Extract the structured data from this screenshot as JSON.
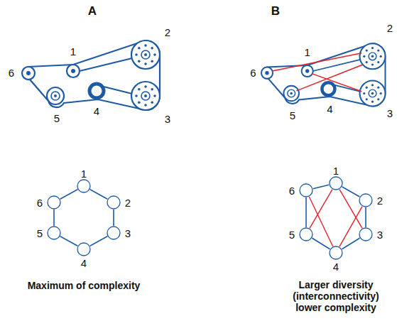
{
  "diagram": {
    "nodes": [
      {
        "text": [
          "1"
        ]
      },
      {
        "text": [
          "2"
        ]
      },
      {
        "text": [
          "3"
        ]
      },
      {
        "text": [
          "4"
        ]
      },
      {
        "text": [
          "5"
        ]
      },
      {
        "text": [
          "6"
        ]
      },
      {
        "text": [
          "1"
        ]
      },
      {
        "text": [
          "2"
        ]
      },
      {
        "text": [
          "3"
        ]
      },
      {
        "text": [
          "4"
        ]
      },
      {
        "text": [
          "5"
        ]
      },
      {
        "text": [
          "6"
        ]
      }
    ],
    "edges": [
      {
        "from": 0,
        "to": 1,
        "arrow": "none"
      },
      {
        "from": 1,
        "to": 2,
        "arrow": "none"
      },
      {
        "from": 2,
        "to": 3,
        "arrow": "none"
      },
      {
        "from": 3,
        "to": 4,
        "arrow": "none"
      },
      {
        "from": 4,
        "to": 5,
        "arrow": "none"
      },
      {
        "from": 5,
        "to": 0,
        "arrow": "none"
      },
      {
        "from": 6,
        "to": 7,
        "arrow": "none"
      },
      {
        "from": 7,
        "to": 8,
        "arrow": "none"
      },
      {
        "from": 8,
        "to": 9,
        "arrow": "none"
      },
      {
        "from": 9,
        "to": 10,
        "arrow": "none"
      },
      {
        "from": 10,
        "to": 11,
        "arrow": "none"
      },
      {
        "from": 11,
        "to": 6,
        "arrow": "none"
      },
      {
        "from": 6,
        "to": 10,
        "arrow": "none"
      },
      {
        "from": 6,
        "to": 8,
        "arrow": "none"
      },
      {
        "from": 9,
        "to": 11,
        "arrow": "none"
      },
      {
        "from": 9,
        "to": 7,
        "arrow": "none"
      }
    ],
    "labels": [
      "A",
      "B",
      "1",
      "2",
      "3",
      "4",
      "5",
      "6",
      "1",
      "2",
      "3",
      "4",
      "5",
      "6",
      "Maximum of complexity",
      "Larger diversity (interconnectivity) lower complexity"
    ]
  }
}
